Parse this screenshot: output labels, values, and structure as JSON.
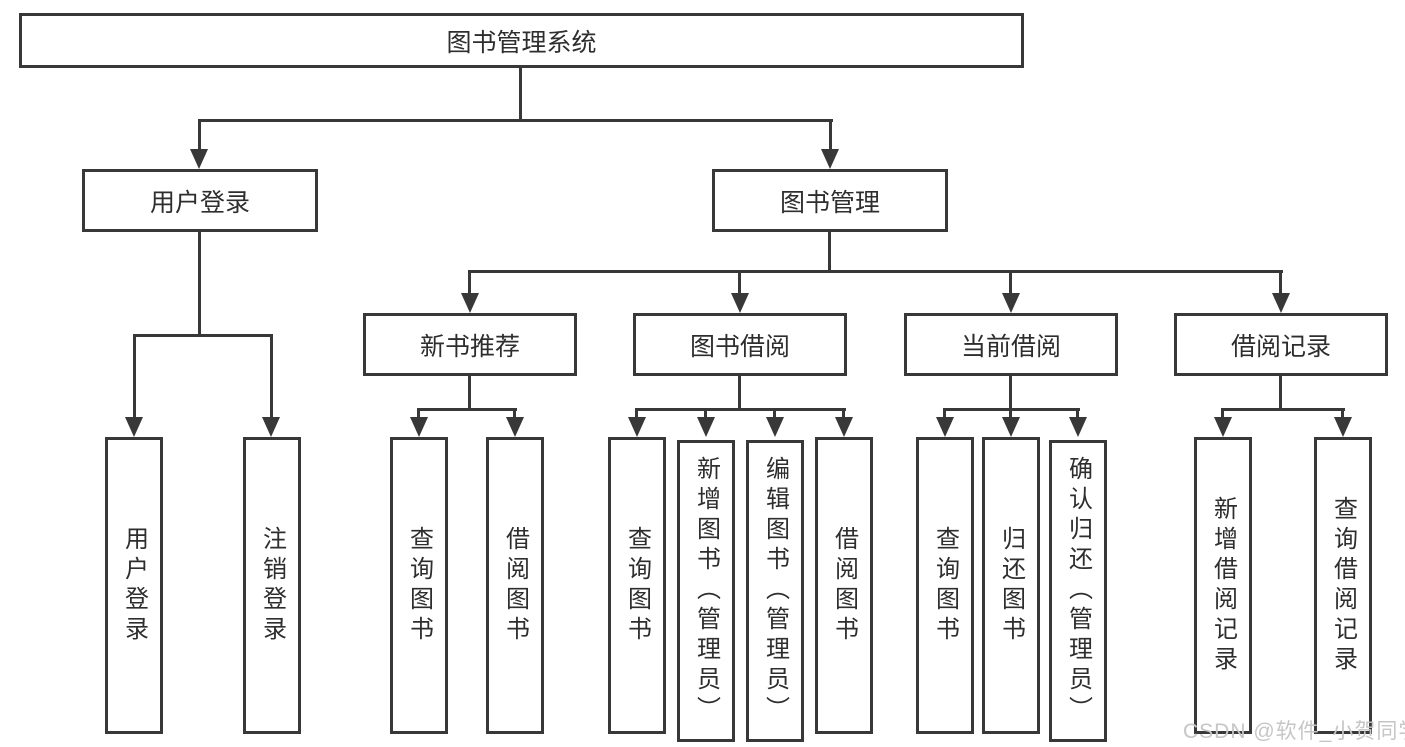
{
  "diagram": {
    "title": "图书管理系统",
    "level1": {
      "user_login": "用户登录",
      "book_mgmt": "图书管理"
    },
    "level2": {
      "new_books": "新书推荐",
      "book_borrow": "图书借阅",
      "current_borrow": "当前借阅",
      "borrow_records": "借阅记录"
    },
    "leaves": {
      "user_login": "用户登录",
      "logout": "注销登录",
      "nb_query": "查询图书",
      "nb_borrow": "借阅图书",
      "bw_query": "查询图书",
      "bw_add": "新增图书（管理员）",
      "bw_edit": "编辑图书（管理员）",
      "bw_borrow": "借阅图书",
      "cb_query": "查询图书",
      "cb_return": "归还图书",
      "cb_confirm": "确认归还（管理员）",
      "rec_add": "新增借阅记录",
      "rec_query": "查询借阅记录"
    }
  },
  "watermark": {
    "text": "CSDN @软件_小贺同学"
  },
  "colors": {
    "line": "#383838",
    "text": "#2e2e2e",
    "watermark": "#c6c6c6",
    "background": "#ffffff"
  }
}
